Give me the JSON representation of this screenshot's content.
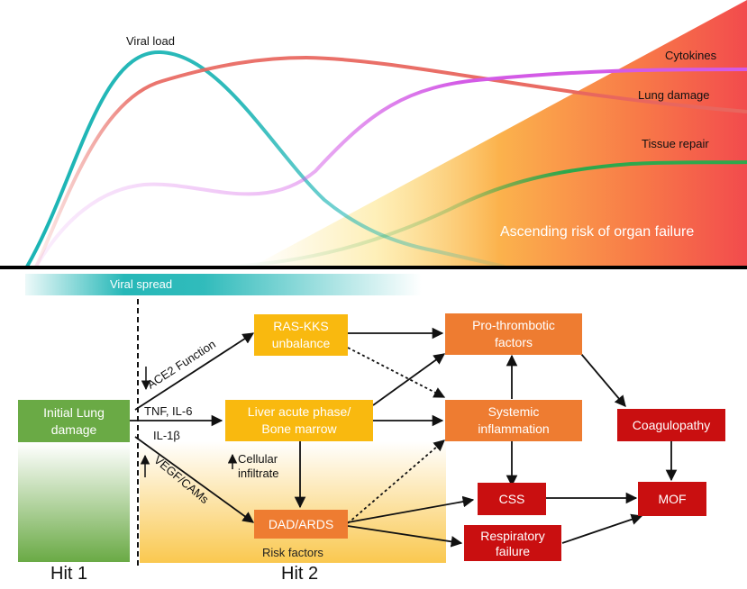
{
  "curves": {
    "viral_load": "Viral load",
    "cytokines": "Cytokines",
    "lung_damage": "Lung damage",
    "tissue_repair": "Tissue repair",
    "risk": "Ascending risk of organ failure"
  },
  "viral_spread": "Viral spread",
  "boxes": {
    "initial": [
      "Initial Lung",
      "damage"
    ],
    "ras": [
      "RAS-KKS",
      "unbalance"
    ],
    "liver": [
      "Liver acute phase/",
      "Bone marrow"
    ],
    "dad": [
      "DAD/ARDS"
    ],
    "prothrombotic": [
      "Pro-thrombotic",
      "factors"
    ],
    "systemic": [
      "Systemic",
      "inflammation"
    ],
    "coagulopathy": [
      "Coagulopathy"
    ],
    "css": [
      "CSS"
    ],
    "mof": [
      "MOF"
    ],
    "respiratory": [
      "Respiratory",
      "failure"
    ]
  },
  "edge_labels": {
    "ace2": "ACE2 Function",
    "tnf": "TNF, IL-6",
    "il1b": "IL-1β",
    "vegf": "VEGF/CAMs",
    "cellular": [
      "Cellular",
      "infiltrate"
    ]
  },
  "risk_factors": "Risk factors",
  "hits": {
    "hit1": "Hit 1",
    "hit2": "Hit 2"
  },
  "colors": {
    "teal": "#1ab4b4",
    "red_curve": "#e8665e",
    "magenta": "#d35ae6",
    "green_curve": "#2ea84c",
    "box_green": "#6aaa45",
    "box_yellow": "#f9b90f",
    "box_orange": "#ee7c31",
    "box_red": "#c90f10"
  }
}
